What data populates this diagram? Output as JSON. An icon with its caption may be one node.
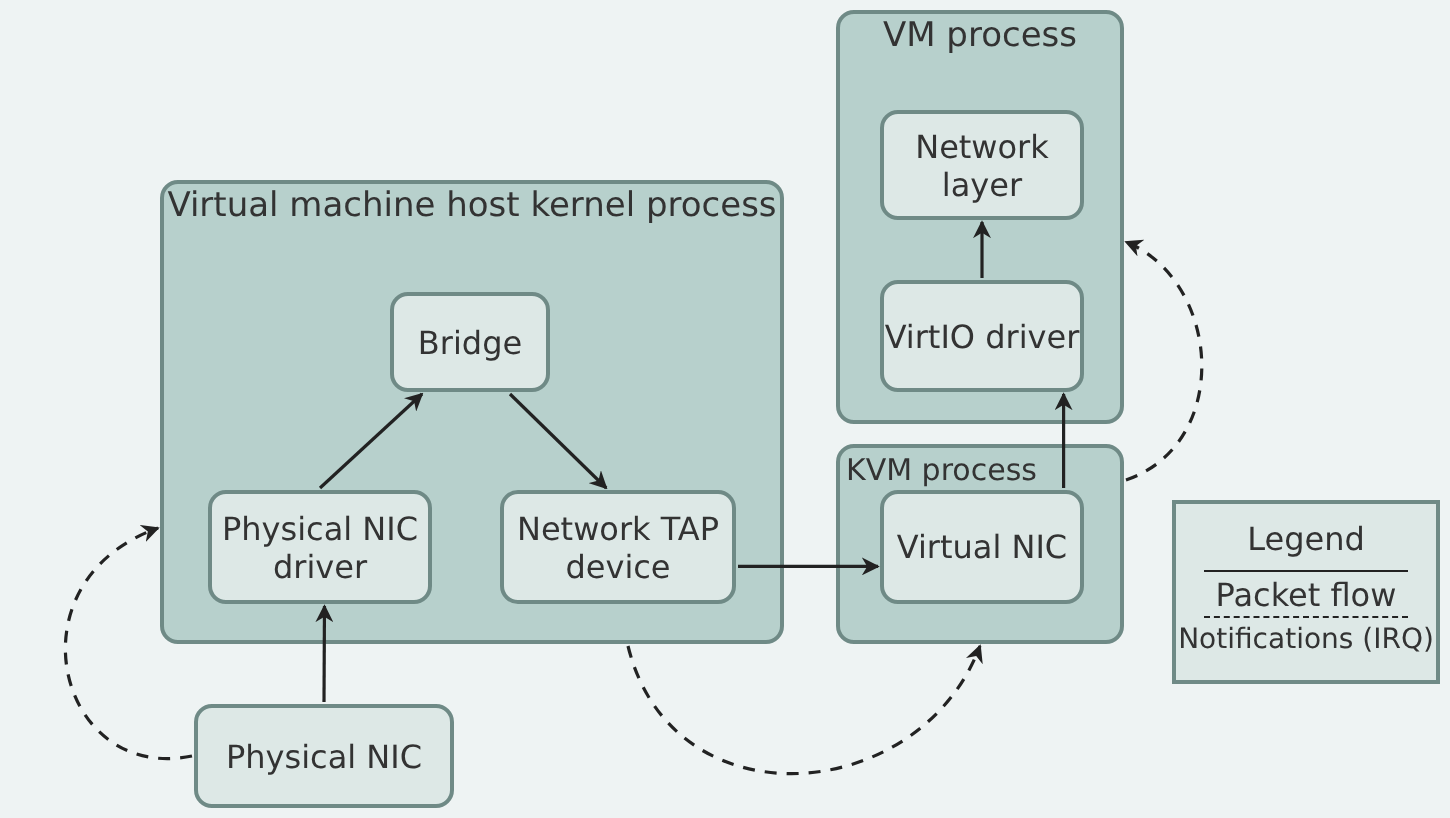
{
  "diagram": {
    "nodes": [
      {
        "text": [
          "Virtual machine host kernel process"
        ]
      },
      {
        "text": [
          "Bridge"
        ],
        "in": 0
      },
      {
        "text": [
          "Physical NIC driver"
        ],
        "in": 0
      },
      {
        "text": [
          "Network TAP device"
        ],
        "in": 0
      },
      {
        "text": [
          "Physical NIC"
        ]
      },
      {
        "text": [
          "VM process"
        ]
      },
      {
        "text": [
          "Network layer"
        ],
        "in": 5
      },
      {
        "text": [
          "VirtIO driver"
        ],
        "in": 5
      },
      {
        "text": [
          "KVM process"
        ]
      },
      {
        "text": [
          "Virtual NIC"
        ],
        "in": 8
      }
    ],
    "edges": [
      {
        "from": 4,
        "to": 2,
        "arrow": "to"
      },
      {
        "from": 2,
        "to": 1,
        "arrow": "to"
      },
      {
        "from": 1,
        "to": 3,
        "arrow": "to"
      },
      {
        "from": 3,
        "to": 9,
        "arrow": "to"
      },
      {
        "from": 9,
        "to": 7,
        "arrow": "to"
      },
      {
        "from": 7,
        "to": 6,
        "arrow": "to"
      },
      {
        "from": 4,
        "to": 0,
        "arrow": "to",
        "style": "dashed"
      },
      {
        "from": 0,
        "to": 8,
        "arrow": "to",
        "style": "dashed"
      },
      {
        "from": 8,
        "to": 5,
        "arrow": "to",
        "style": "dashed"
      }
    ],
    "labels": [
      "Legend"
    ],
    "legend": [
      {
        "text": "Packet flow"
      },
      {
        "text": "Notifications (IRQ)"
      }
    ]
  }
}
